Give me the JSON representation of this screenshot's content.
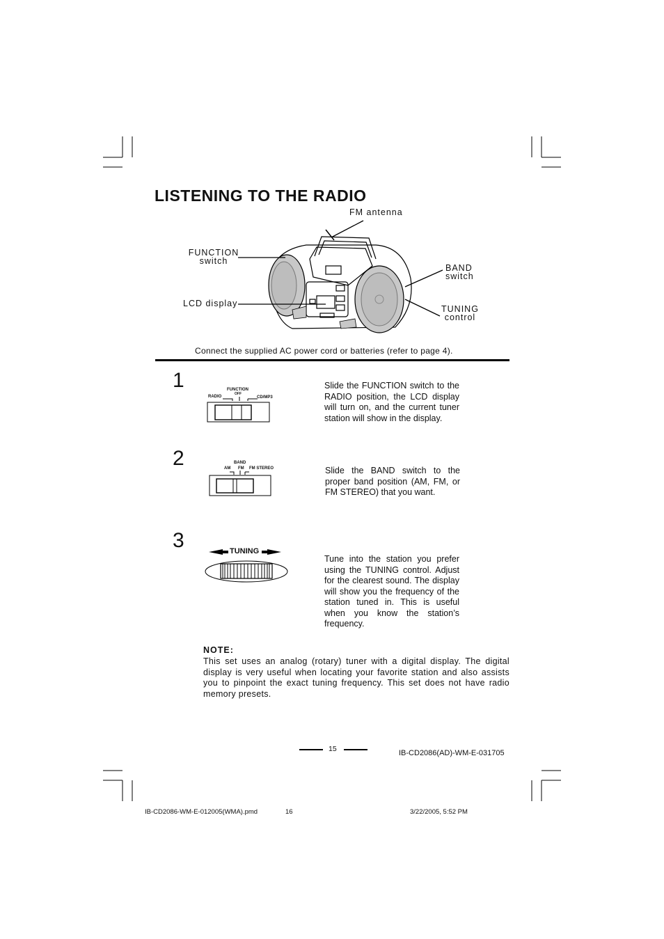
{
  "title": "LISTENING TO THE RADIO",
  "diagram": {
    "fm_antenna": "FM  antenna",
    "function_line1": "FUNCTION",
    "function_line2": "switch",
    "lcd_display": "LCD  display",
    "band_line1": "BAND",
    "band_line2": "switch",
    "tuning_line1": "TUNING",
    "tuning_line2": "control"
  },
  "connect_text": "Connect  the  supplied  AC  power  cord  or  batteries  (refer  to  page  4).",
  "steps": [
    {
      "number": "1",
      "text": "Slide the FUNCTION switch to the RADIO position, the LCD display will turn on, and the current tuner station will show in the display.",
      "switch": {
        "title": "FUNCTION",
        "off": "OFF",
        "left": "RADIO",
        "right": "CD/MP3"
      }
    },
    {
      "number": "2",
      "text": "Slide the BAND switch to the proper band position (AM, FM, or FM STEREO) that you want.",
      "switch": {
        "title": "BAND",
        "left": "AM",
        "middle": "FM",
        "right": "FM STEREO"
      }
    },
    {
      "number": "3",
      "text": "Tune into the station you prefer using the TUNING control. Adjust for the clearest sound. The display will show you the frequency of the station tuned in. This is useful when you know the station’s frequency.",
      "knob_label": "TUNING"
    }
  ],
  "note": {
    "heading": "NOTE:",
    "body": "This set uses an analog (rotary) tuner with a digital display. The digital display is very useful when locating your favorite station and also assists you to pinpoint the exact tuning frequency. This set does not have radio memory presets."
  },
  "footer": {
    "page_number": "15",
    "doc_code": "IB-CD2086(AD)-WM-E-031705",
    "file_name": "IB-CD2086-WM-E-012005(WMA).pmd",
    "file_page": "16",
    "timestamp": "3/22/2005, 5:52 PM"
  }
}
